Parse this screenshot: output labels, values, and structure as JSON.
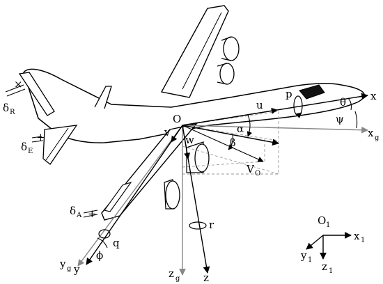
{
  "labels": {
    "origin": "O",
    "u": "u",
    "v": "v",
    "w": "w",
    "p": "p",
    "q": "q",
    "r": "r",
    "x": "x",
    "y": "y",
    "z": "z",
    "xg": "x",
    "xg_sub": "g",
    "yg": "y",
    "yg_sub": "g",
    "zg": "z",
    "zg_sub": "g",
    "alpha": "α",
    "beta": "β",
    "theta": "θ",
    "psi": "ψ",
    "phi": "ϕ",
    "V0": "V",
    "V0_sub": "O",
    "deltaR": "δ",
    "deltaR_sub": "R",
    "deltaE": "δ",
    "deltaE_sub": "E",
    "deltaA": "δ",
    "deltaA_sub": "A",
    "inertial_origin": "O",
    "inertial_origin_sub": "1",
    "x1": "x",
    "x1_sub": "1",
    "y1": "y",
    "y1_sub": "1",
    "z1": "z",
    "z1_sub": "1",
    "plus_E": "+",
    "plus_A": "+",
    "cross_R": "×"
  },
  "colors": {
    "line": "#000000",
    "ground_axis": "#888888",
    "dashed": "#999999",
    "fill": "#ffffff",
    "dark_window": "#111111"
  }
}
